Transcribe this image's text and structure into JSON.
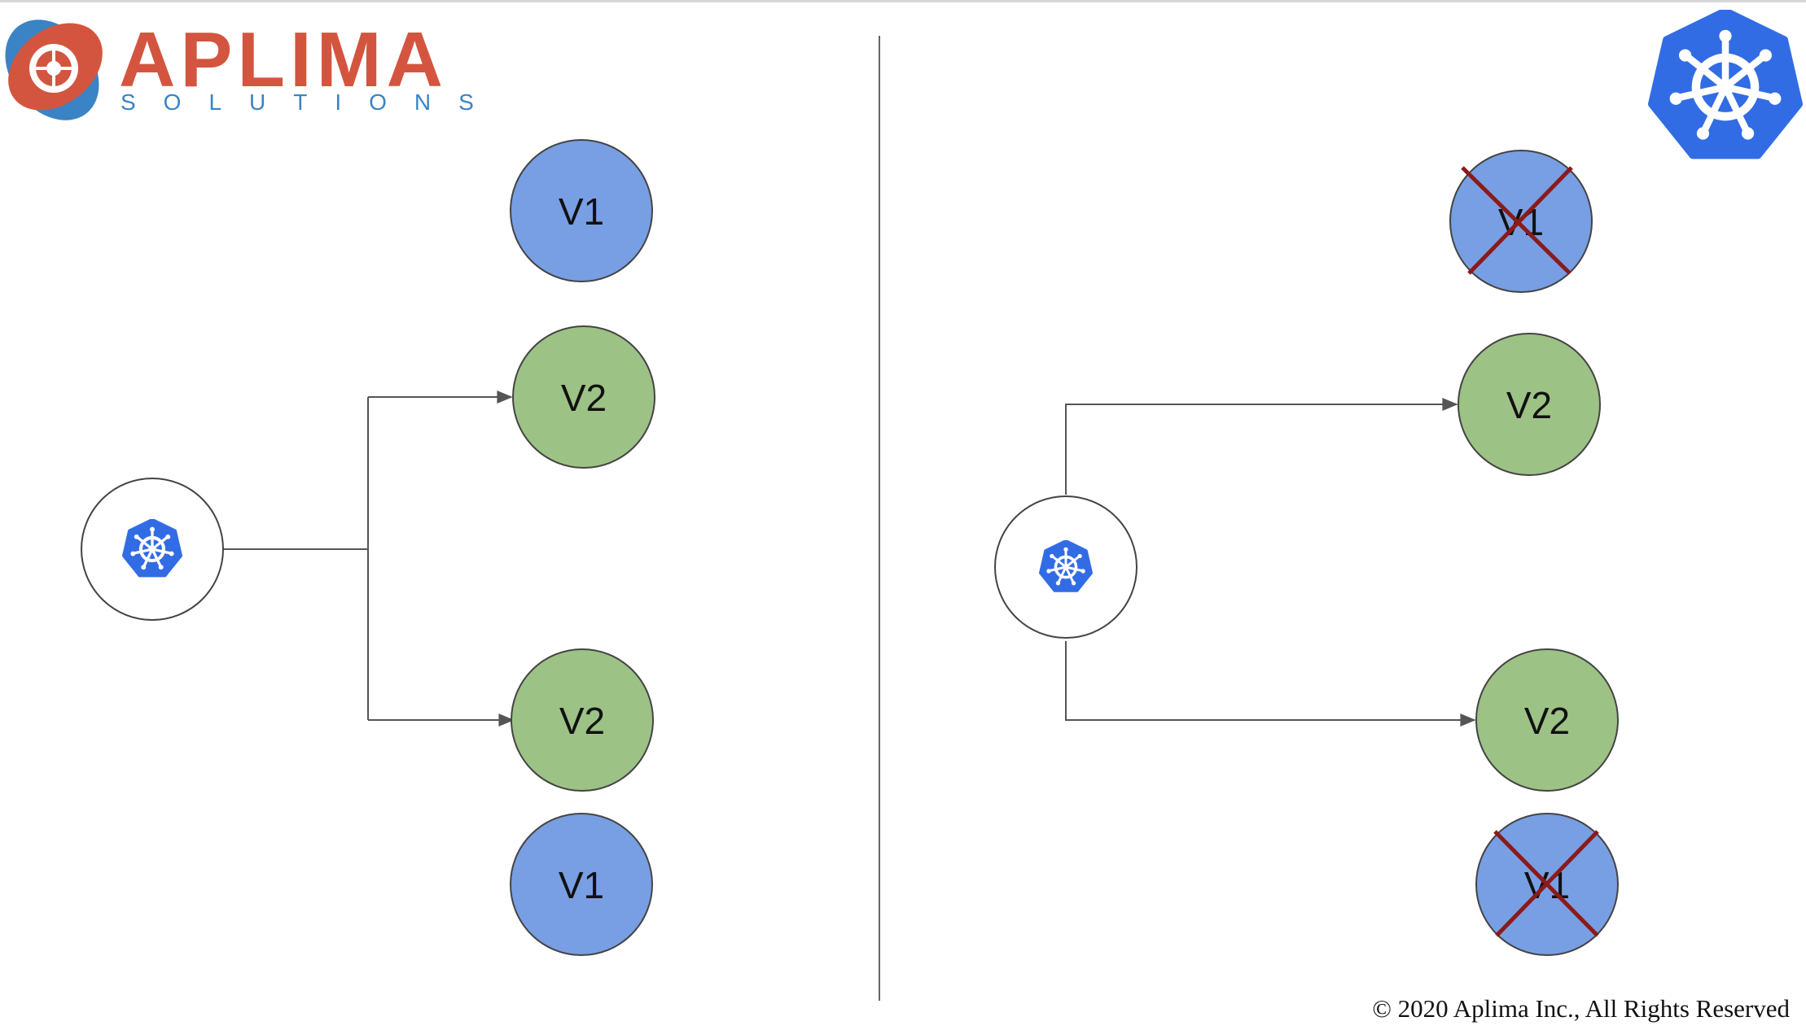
{
  "logo": {
    "name": "APLIMA",
    "tagline": "SOLUTIONS"
  },
  "left_panel": {
    "router_icon": "kubernetes-icon",
    "pods": [
      {
        "label": "V1",
        "version": "v1",
        "terminated": false
      },
      {
        "label": "V2",
        "version": "v2",
        "terminated": false
      },
      {
        "label": "V2",
        "version": "v2",
        "terminated": false
      },
      {
        "label": "V1",
        "version": "v1",
        "terminated": false
      }
    ]
  },
  "right_panel": {
    "router_icon": "kubernetes-icon",
    "pods": [
      {
        "label": "V1",
        "version": "v1",
        "terminated": true
      },
      {
        "label": "V2",
        "version": "v2",
        "terminated": false
      },
      {
        "label": "V2",
        "version": "v2",
        "terminated": false
      },
      {
        "label": "V1",
        "version": "v1",
        "terminated": true
      }
    ]
  },
  "corner_icon": "kubernetes-icon",
  "colors": {
    "v1_fill": "#789fe3",
    "v2_fill": "#9dc285",
    "node_stroke": "#444444",
    "arrow": "#555555",
    "cross": "#8b1a1a",
    "kubernetes_blue": "#326ce5"
  },
  "footer": {
    "copyright": "© 2020 Aplima Inc., All Rights Reserved"
  }
}
